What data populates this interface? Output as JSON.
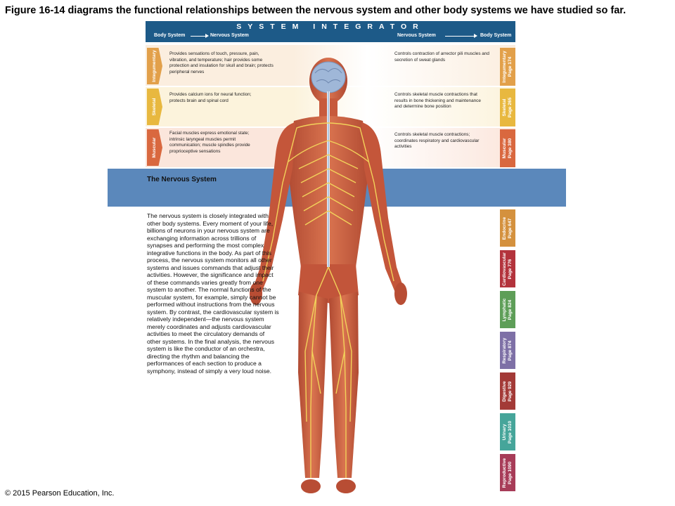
{
  "caption": "Figure 16-14 diagrams the functional relationships between the nervous system and other body systems we have studied so far.",
  "copyright": "© 2015 Pearson Education, Inc.",
  "header": {
    "title": "SYSTEM INTEGRATOR",
    "left_from": "Body System",
    "left_to": "Nervous System",
    "right_from": "Nervous System",
    "right_to": "Body System"
  },
  "bands": [
    {
      "system": "Integumentary",
      "page": "Page 174",
      "color": "#e2a04a",
      "left_text": "Provides sensations of touch, pressure, pain, vibration, and temperature; hair provides some protection and insulation for skull and brain; protects peripheral nerves",
      "right_text": "Controls contraction of arrector pili muscles and secretion of sweat glands"
    },
    {
      "system": "Skeletal",
      "page": "Page 265",
      "color": "#e8b83f",
      "left_text": "Provides calcium ions for neural function; protects brain and spinal cord",
      "right_text": "Controls skeletal muscle contractions that results in bone thickening and maintenance and determine bone position"
    },
    {
      "system": "Muscular",
      "page": "Page 380",
      "color": "#d9683f",
      "left_text": "Facial muscles express emotional state; intrinsic laryngeal muscles permit communication; muscle spindles provide proprioceptive sensations",
      "right_text": "Controls skeletal muscle contractions; coordinates respiratory and cardiovascular activities"
    }
  ],
  "other_tabs": [
    {
      "system": "Endocrine",
      "page": "Page 647",
      "color": "#d4913e"
    },
    {
      "system": "Cardiovascular",
      "page": "Page 776",
      "color": "#b3333c"
    },
    {
      "system": "Lymphatic",
      "page": "Page 824",
      "color": "#5e9e58"
    },
    {
      "system": "Respiratory",
      "page": "Page 874",
      "color": "#7e70a6"
    },
    {
      "system": "Digestive",
      "page": "Page 929",
      "color": "#a33a37"
    },
    {
      "system": "Urinary",
      "page": "Page 1010",
      "color": "#46a59a"
    },
    {
      "system": "Reproductive",
      "page": "Page 1090",
      "color": "#a73c58"
    }
  ],
  "nervous": {
    "title": "The Nervous System",
    "text": "The nervous system is closely integrated with other body systems. Every moment of your life, billions of neurons in your nervous system are exchanging information across trillions of synapses and performing the most complex integrative functions in the body. As part of this process, the nervous system monitors all other systems and issues commands that adjust their activities. However, the significance and impact of these commands varies greatly from one system to another. The normal functions of the muscular system, for example, simply cannot be performed without instructions from the nervous system. By contrast, the cardiovascular system is relatively independent—the nervous system merely coordinates and adjusts cardiovascular activities to meet the circulatory demands of other systems. In the final analysis, the nervous system is like the conductor of an orchestra, directing the rhythm and balancing the performances of each section to produce a symphony, instead of simply a very loud noise."
  },
  "colors": {
    "header": "#1d5a88",
    "banner": "#5b88bb",
    "muscle": "#c9583c",
    "nerve": "#f2d25a",
    "brain": "#9fb7d8"
  }
}
